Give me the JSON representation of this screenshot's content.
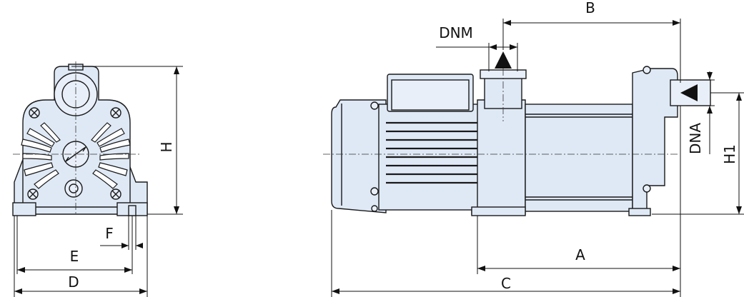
{
  "dimension_labels": {
    "A": "A",
    "B": "B",
    "C": "C",
    "D": "D",
    "E": "E",
    "F": "F",
    "H": "H",
    "H1": "H1",
    "DNM": "DNM",
    "DNA": "DNA"
  },
  "colors": {
    "body_fill": "#dfe9f6",
    "line": "#1a1a1a",
    "background": "#ffffff"
  },
  "icons": {
    "flow_direction_arrow_outlet": "arrow-up",
    "flow_direction_arrow_inlet": "arrow-left"
  }
}
